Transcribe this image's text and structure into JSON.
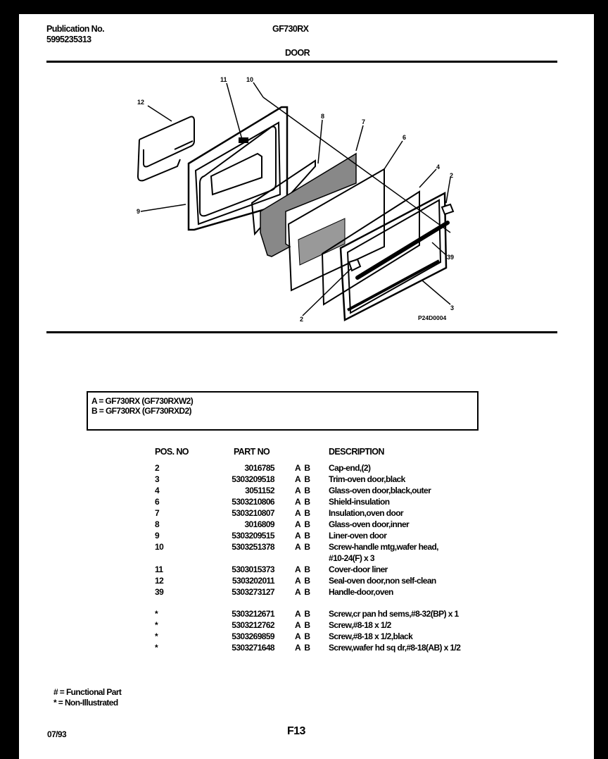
{
  "header": {
    "publication_label": "Publication No.",
    "publication_number": "5995235313",
    "model": "GF730RX",
    "section": "DOOR"
  },
  "diagram": {
    "id": "P24D0004",
    "callouts": [
      "12",
      "11",
      "10",
      "9",
      "8",
      "7",
      "6",
      "4",
      "2",
      "39",
      "2",
      "3"
    ]
  },
  "legend": {
    "lines": [
      "A = GF730RX (GF730RXW2)",
      "B = GF730RX (GF730RXD2)"
    ]
  },
  "parts_table": {
    "headers": {
      "pos": "POS. NO",
      "part": "PART NO",
      "desc": "DESCRIPTION"
    },
    "rows": [
      {
        "pos": "2",
        "part": "3016785",
        "codes": "A B",
        "desc": "Cap-end,(2)"
      },
      {
        "pos": "3",
        "part": "5303209518",
        "codes": "A B",
        "desc": "Trim-oven door,black"
      },
      {
        "pos": "4",
        "part": "3051152",
        "codes": "A B",
        "desc": "Glass-oven door,black,outer"
      },
      {
        "pos": "6",
        "part": "5303210806",
        "codes": "A B",
        "desc": "Shield-insulation"
      },
      {
        "pos": "7",
        "part": "5303210807",
        "codes": "A B",
        "desc": "Insulation,oven door"
      },
      {
        "pos": "8",
        "part": "3016809",
        "codes": "A B",
        "desc": "Glass-oven door,inner"
      },
      {
        "pos": "9",
        "part": "5303209515",
        "codes": "A B",
        "desc": "Liner-oven door"
      },
      {
        "pos": "10",
        "part": "5303251378",
        "codes": "A B",
        "desc": "Screw-handle mtg,wafer head,",
        "desc2": "#10-24(F) x 3"
      },
      {
        "pos": "11",
        "part": "5303015373",
        "codes": "A B",
        "desc": "Cover-door liner"
      },
      {
        "pos": "12",
        "part": "5303202011",
        "codes": "A B",
        "desc": "Seal-oven door,non self-clean"
      },
      {
        "pos": "39",
        "part": "5303273127",
        "codes": "A B",
        "desc": "Handle-door,oven"
      },
      {
        "pos": "*",
        "part": "5303212671",
        "codes": "A B",
        "desc": "Screw,cr pan hd sems,#8-32(BP) x 1"
      },
      {
        "pos": "*",
        "part": "5303212762",
        "codes": "A B",
        "desc": "Screw,#8-18 x 1/2"
      },
      {
        "pos": "*",
        "part": "5303269859",
        "codes": "A B",
        "desc": "Screw,#8-18 x 1/2,black"
      },
      {
        "pos": "*",
        "part": "5303271648",
        "codes": "A B",
        "desc": "Screw,wafer hd sq dr,#8-18(AB) x 1/2"
      }
    ]
  },
  "footnotes": [
    "# = Functional Part",
    "* = Non-Illustrated"
  ],
  "footer": {
    "date": "07/93",
    "page": "F13"
  }
}
